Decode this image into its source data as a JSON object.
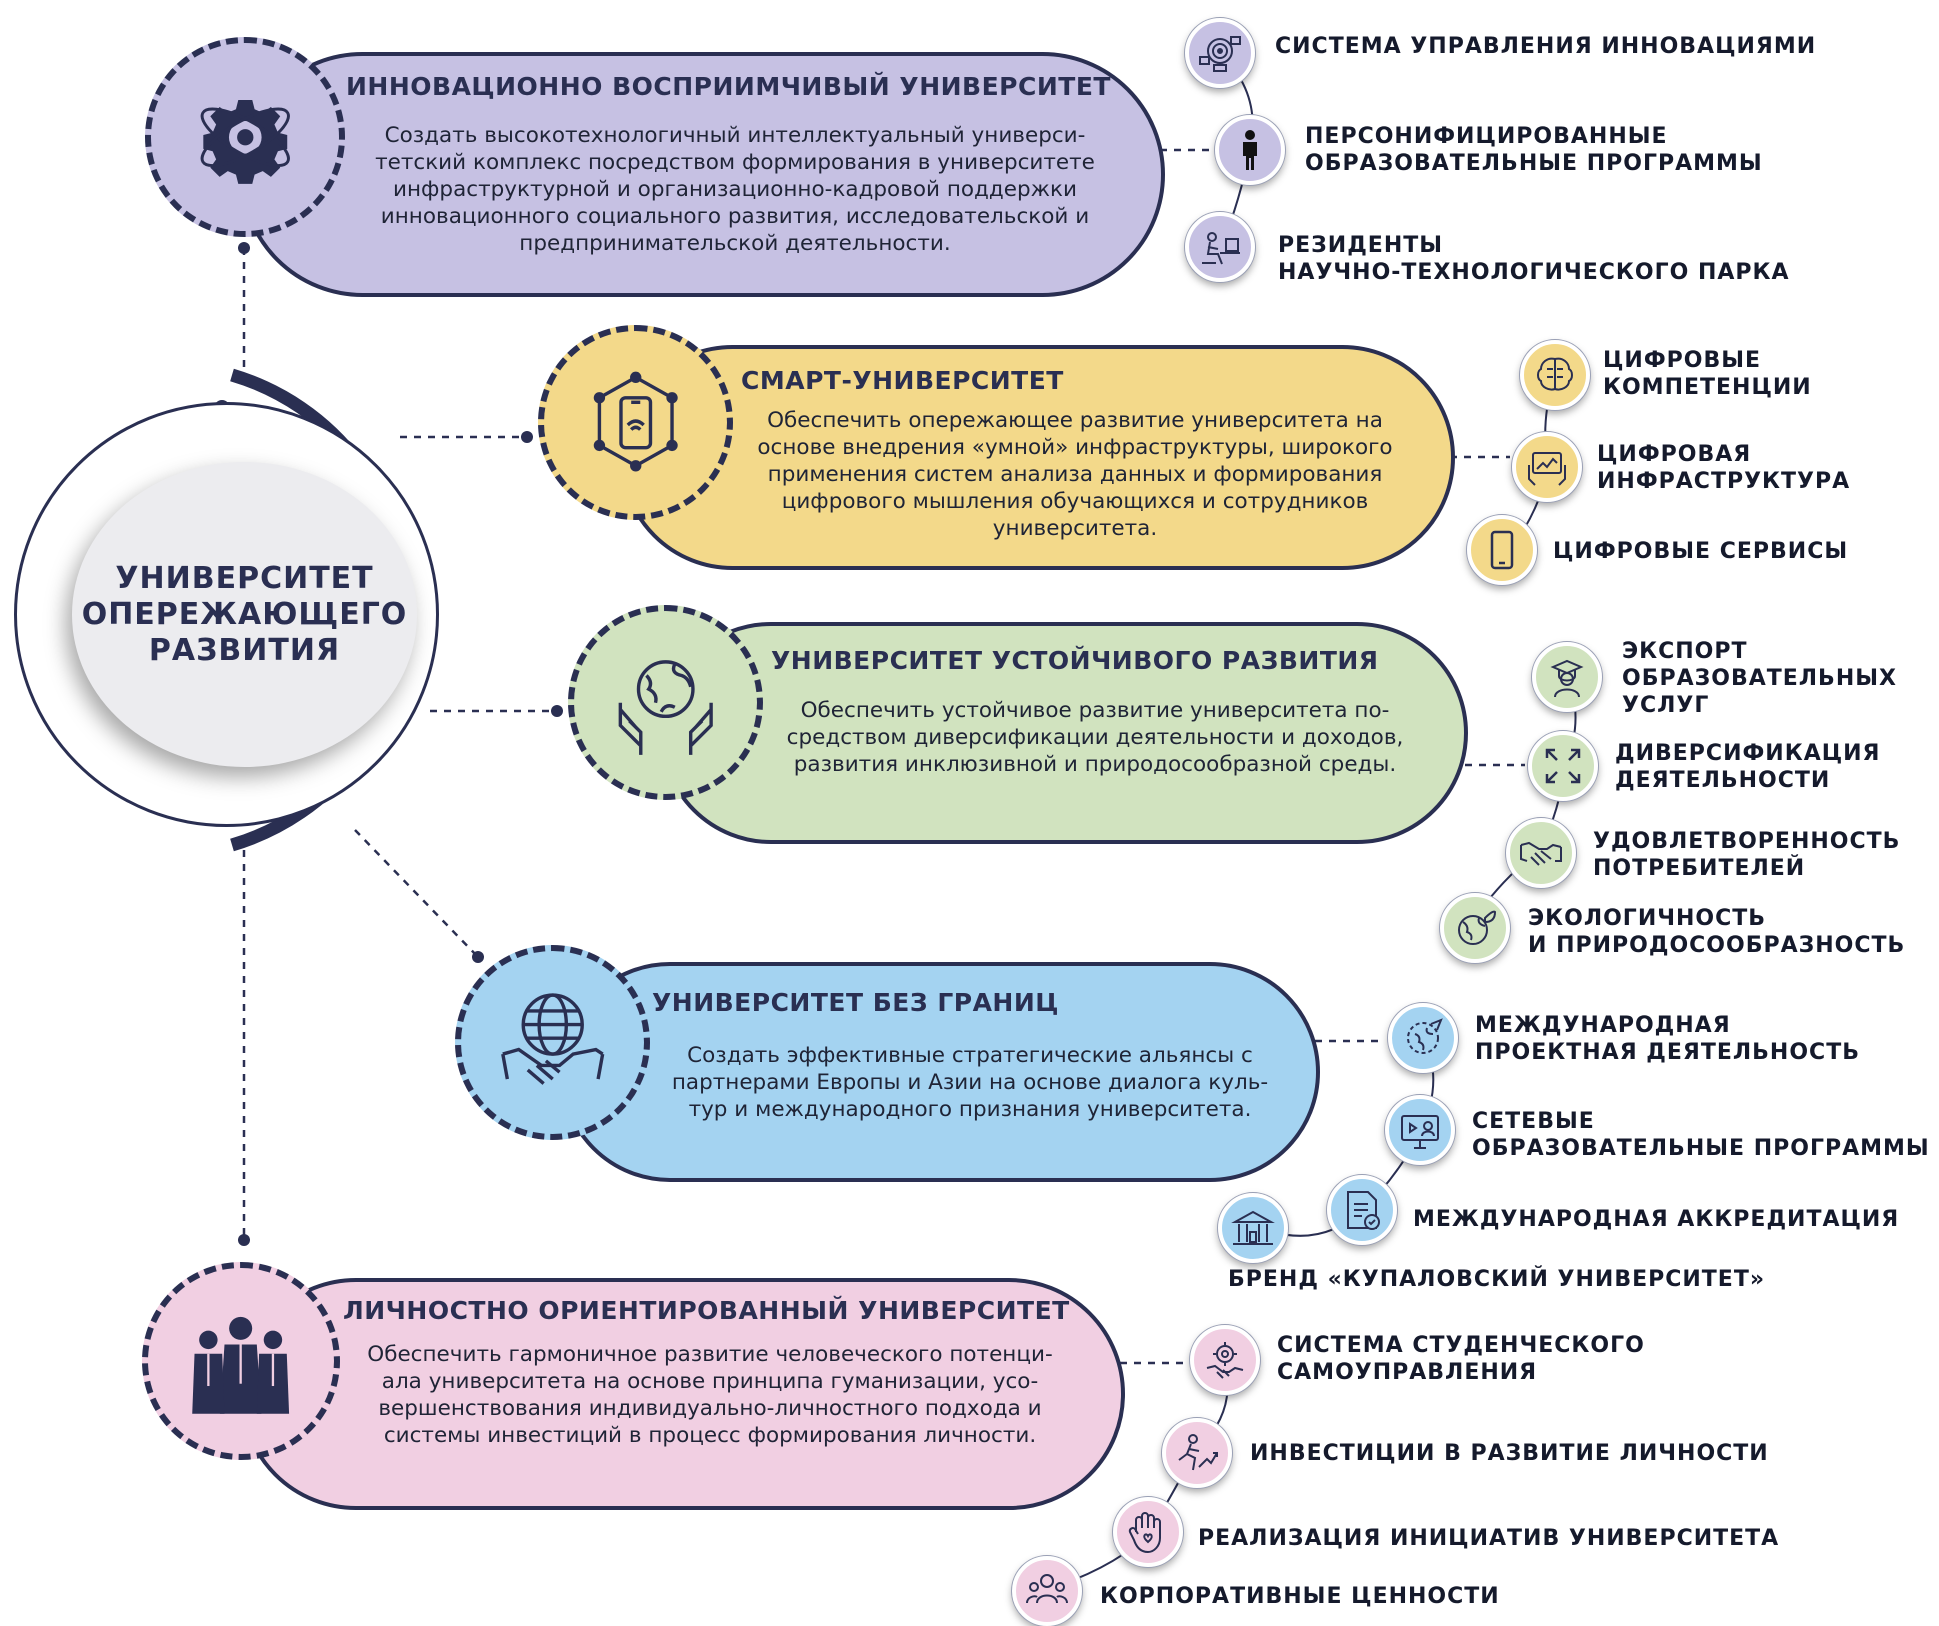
{
  "colors": {
    "navy": "#2a2f52",
    "purple": "#c6c1e3",
    "yellow": "#f3d98a",
    "green": "#d1e3bf",
    "blue": "#a4d3f1",
    "pink": "#f1cfe2"
  },
  "center": {
    "label": "УНИВЕРСИТЕТ\nОПЕРЕЖАЮЩЕГО\nРАЗВИТИЯ"
  },
  "sections": [
    {
      "title": "ИННОВАЦИОННО ВОСПРИИМЧИВЫЙ УНИВЕРСИТЕТ",
      "description": "Создать высокотехнологичный интеллектуальный универси-\nтетский комплекс посредством формирования в университете\nинфраструктурной и организационно-кадровой поддержки\nинновационного социального развития, исследовательской и\nпредпринимательской деятельности.",
      "icon": "gear-atom-icon",
      "items": [
        {
          "label": "СИСТЕМА УПРАВЛЕНИЯ ИННОВАЦИЯМИ",
          "icon": "innovation-management-icon"
        },
        {
          "label": "ПЕРСОНИФИЦИРОВАННЫЕ\nОБРАЗОВАТЕЛЬНЫЕ ПРОГРАММЫ",
          "icon": "person-icon"
        },
        {
          "label": "РЕЗИДЕНТЫ\nНАУЧНО-ТЕХНОЛОГИЧЕСКОГО ПАРКА",
          "icon": "desk-worker-icon"
        }
      ]
    },
    {
      "title": "СМАРТ-УНИВЕРСИТЕТ",
      "description": "Обеспечить опережающее развитие университета на\nоснове внедрения «умной» инфраструктуры, широкого\nприменения систем анализа данных и формирования\nцифрового мышления обучающихся и сотрудников\nуниверситета.",
      "icon": "smartphone-network-icon",
      "items": [
        {
          "label": "ЦИФРОВЫЕ\nКОМПЕТЕНЦИИ",
          "icon": "brain-icon"
        },
        {
          "label": "ЦИФРОВАЯ\nИНФРАСТРУКТУРА",
          "icon": "tablet-hands-icon"
        },
        {
          "label": "ЦИФРОВЫЕ СЕРВИСЫ",
          "icon": "mobile-phone-icon"
        }
      ]
    },
    {
      "title": "УНИВЕРСИТЕТ УСТОЙЧИВОГО РАЗВИТИЯ",
      "description": "Обеспечить устойчивое развитие университета по-\nсредством диверсификации деятельности и доходов,\nразвития инклюзивной и природосообразной среды.",
      "icon": "hands-globe-icon",
      "items": [
        {
          "label": "ЭКСПОРТ\nОБРАЗОВАТЕЛЬНЫХ\nУСЛУГ",
          "icon": "graduate-icon"
        },
        {
          "label": "ДИВЕРСИФИКАЦИЯ\nДЕЯТЕЛЬНОСТИ",
          "icon": "expand-arrows-icon"
        },
        {
          "label": "УДОВЛЕТВОРЕННОСТЬ\nПОТРЕБИТЕЛЕЙ",
          "icon": "handshake-icon"
        },
        {
          "label": "ЭКОЛОГИЧНОСТЬ\nИ ПРИРОДОСООБРАЗНОСТЬ",
          "icon": "eco-globe-icon"
        }
      ]
    },
    {
      "title": "УНИВЕРСИТЕТ БЕЗ ГРАНИЦ",
      "description": "Создать эффективные стратегические альянсы с\nпартнерами Европы и Азии на основе диалога куль-\nтур и международного признания университета.",
      "icon": "globe-handshake-icon",
      "items": [
        {
          "label": "МЕЖДУНАРОДНАЯ\nПРОЕКТНАЯ ДЕЯТЕЛЬНОСТЬ",
          "icon": "globe-plane-icon"
        },
        {
          "label": "СЕТЕВЫЕ\nОБРАЗОВАТЕЛЬНЫЕ ПРОГРАММЫ",
          "icon": "online-learning-icon"
        },
        {
          "label": "МЕЖДУНАРОДНАЯ АККРЕДИТАЦИЯ",
          "icon": "certified-document-icon"
        },
        {
          "label": "БРЕНД «КУПАЛОВСКИЙ УНИВЕРСИТЕТ»",
          "icon": "university-building-icon"
        }
      ]
    },
    {
      "title": "ЛИЧНОСТНО ОРИЕНТИРОВАННЫЙ УНИВЕРСИТЕТ",
      "description": "Обеспечить гармоничное развитие человеческого потенци-\nала университета на основе принципа гуманизации, усо-\nвершенствования индивидуально-личностного подхода и\nсистемы инвестиций в процесс формирования личности.",
      "icon": "business-people-icon",
      "items": [
        {
          "label": "СИСТЕМА СТУДЕНЧЕСКОГО\nСАМОУПРАВЛЕНИЯ",
          "icon": "gear-handshake-icon"
        },
        {
          "label": "ИНВЕСТИЦИИ В РАЗВИТИЕ ЛИЧНОСТИ",
          "icon": "growth-runner-icon"
        },
        {
          "label": "РЕАЛИЗАЦИЯ ИНИЦИАТИВ УНИВЕРСИТЕТА",
          "icon": "hand-heart-icon"
        },
        {
          "label": "КОРПОРАТИВНЫЕ ЦЕННОСТИ",
          "icon": "team-icon"
        }
      ]
    }
  ]
}
